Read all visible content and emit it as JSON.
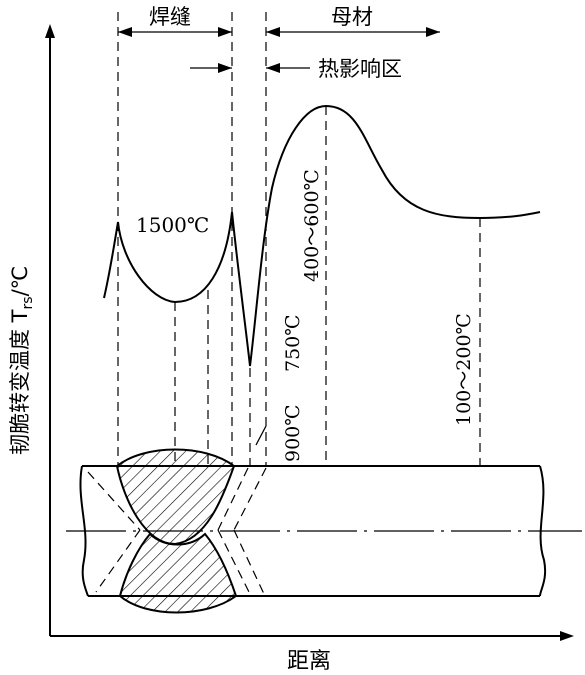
{
  "axes": {
    "y_label": "韧脆转变温度 T",
    "y_label_sub": "rs",
    "y_label_unit": "/℃",
    "x_label": "距离"
  },
  "zones": {
    "weld": "焊缝",
    "base_metal": "母材",
    "haz": "热影响区"
  },
  "temperatures": {
    "t1500": "1500℃",
    "t400_600": "400～600℃",
    "t750": "750℃",
    "t900": "900℃",
    "t100_200": "100～200℃"
  }
}
